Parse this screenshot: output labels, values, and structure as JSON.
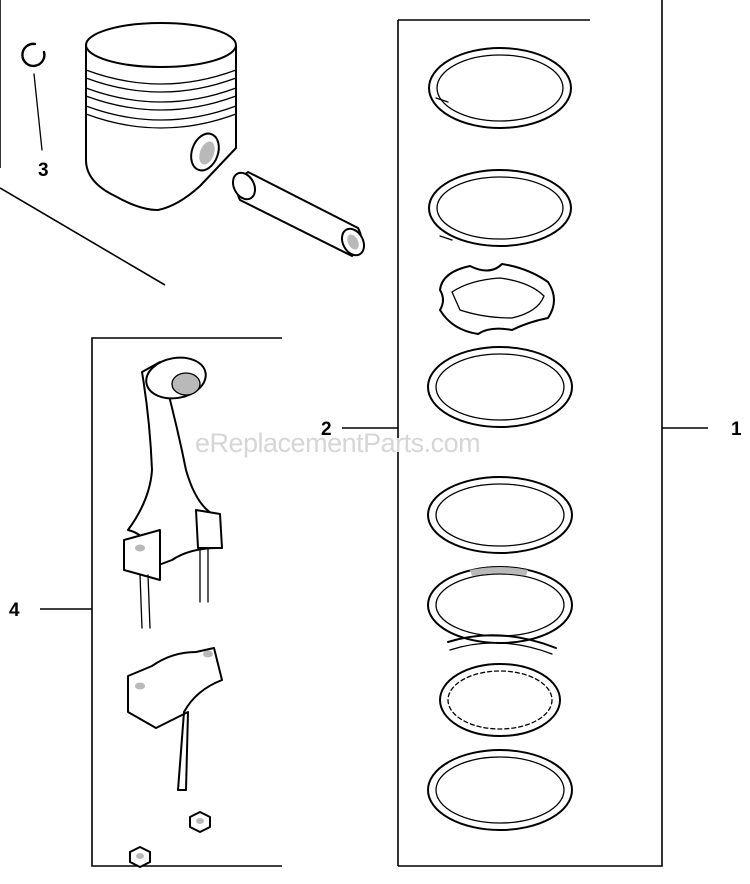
{
  "watermark": "eReplacementParts.com",
  "callouts": {
    "kit": "1",
    "ring_set": "2",
    "retainer": "3",
    "connecting_rod": "4"
  }
}
